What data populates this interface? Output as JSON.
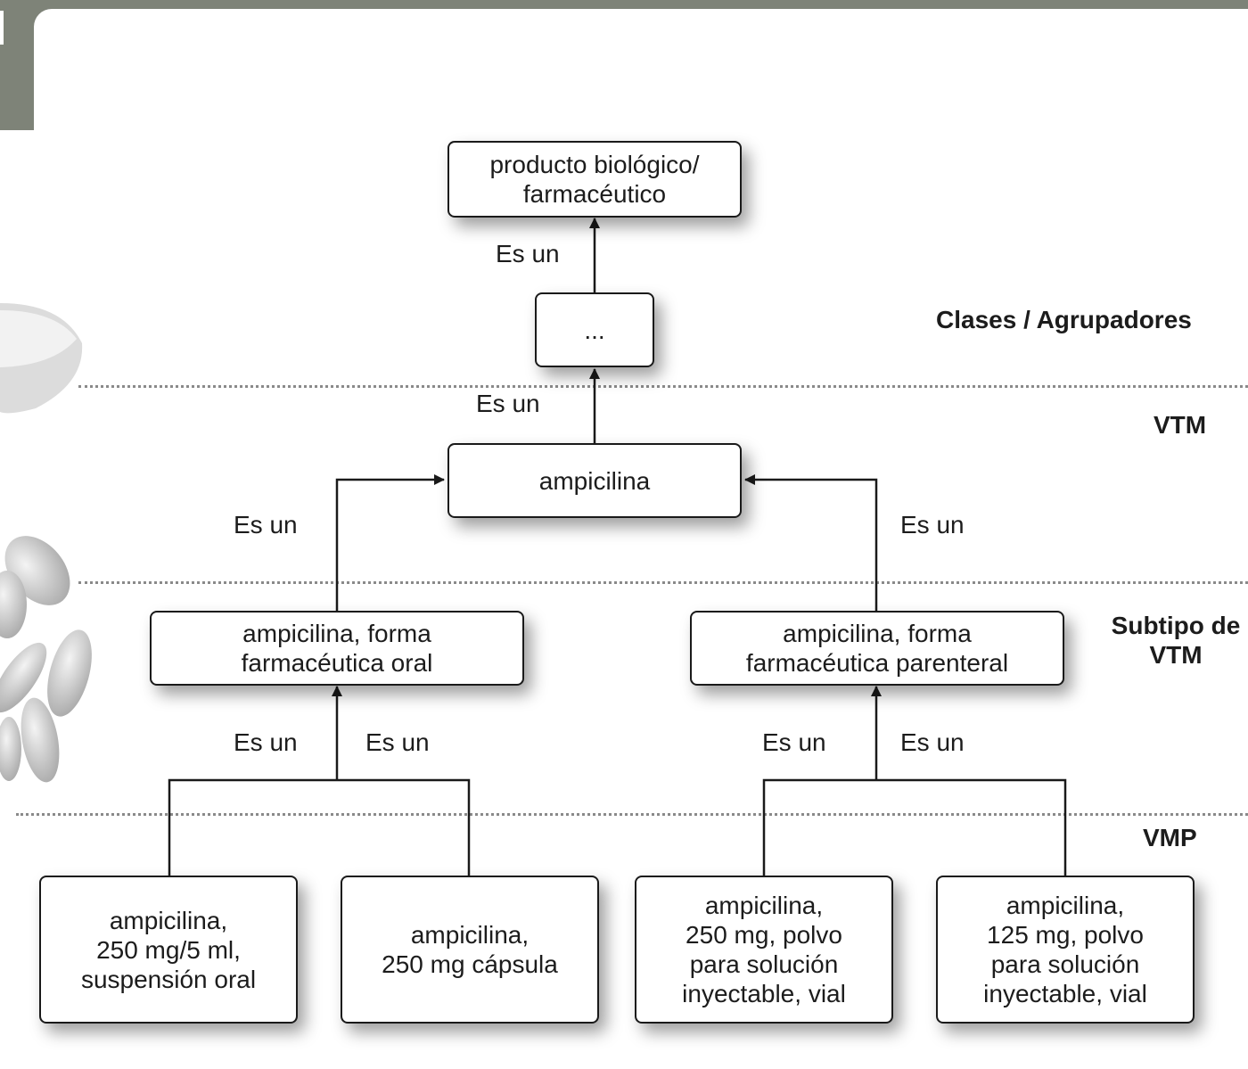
{
  "diagram": {
    "nodes": {
      "root": "producto biológico/\nfarmacéutico",
      "dots": "...",
      "ampicilina": "ampicilina",
      "oral": "ampicilina, forma\nfarmacéutica oral",
      "parenteral": "ampicilina, forma\nfarmacéutica parenteral",
      "susp": "ampicilina,\n250 mg/5 ml,\nsuspensión oral",
      "caps": "ampicilina,\n250 mg cápsula",
      "vial250": "ampicilina,\n250 mg, polvo\npara solución\ninyectable, vial",
      "vial125": "ampicilina,\n125 mg, polvo\npara solución\ninyectable, vial"
    },
    "relation_label": "Es un",
    "levels": {
      "clases": "Clases / Agrupadores",
      "vtm": "VTM",
      "subtipo": "Subtipo de\nVTM",
      "vmp": "VMP"
    },
    "colors": {
      "line": "#1a1a1a",
      "separator": "#8a8a8a",
      "frame": "#7e8378"
    }
  }
}
